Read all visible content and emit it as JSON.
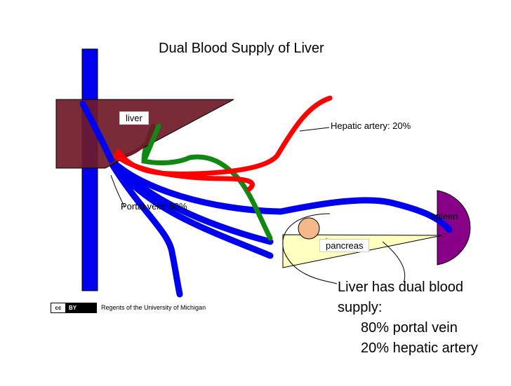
{
  "title": "Dual Blood Supply of Liver",
  "labels": {
    "liver": "liver",
    "hepatic_artery": "Hepatic artery: 20%",
    "portal_vein": "Portal vein: 80%",
    "spleen": "spleen",
    "pancreas": "pancreas"
  },
  "summary": {
    "line1": "Liver has dual blood",
    "line2": "supply:",
    "line3": "80% portal vein",
    "line4": "20% hepatic artery"
  },
  "credit": {
    "license_badge": "BY",
    "text": "Regents of the University of Michigan"
  },
  "colors": {
    "liver": "#6e1a27",
    "vena_cava": "#0000ee",
    "portal_vein": "#0000ee",
    "hepatic_artery": "#ff0000",
    "green_vessel": "#118811",
    "spleen": "#880088",
    "pancreas": "#ffffc0",
    "gallbladder": "#f4b88a"
  }
}
